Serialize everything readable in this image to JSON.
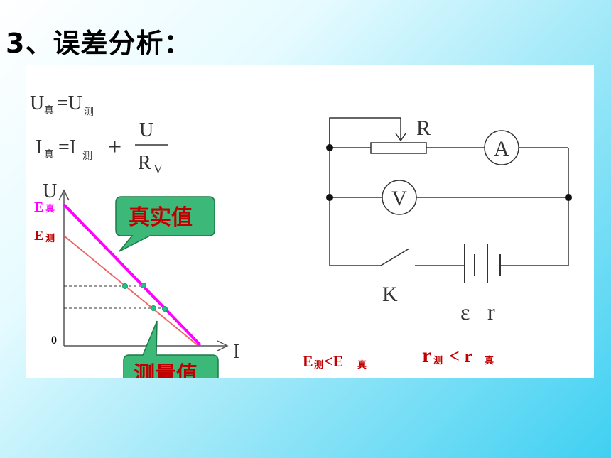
{
  "title": "3、误差分析：",
  "equations": {
    "eq1_lhs": "U",
    "eq1_lhs_sub": "真",
    "eq1_eq": "=U",
    "eq1_rhs_sub": "测",
    "eq2_lhs": "I",
    "eq2_lhs_sub": "真",
    "eq2_eq": "=I",
    "eq2_rhs_sub": "测",
    "eq2_plus": "+",
    "eq2_num": "U",
    "eq2_den": "R",
    "eq2_den_sub": "V"
  },
  "graph": {
    "y_axis": "U",
    "x_axis": "I",
    "origin": "0",
    "e_true": "E",
    "e_true_sub": "真",
    "e_meas": "E",
    "e_meas_sub": "测",
    "callout_true": "真实值",
    "callout_meas": "测量值",
    "colors": {
      "true_line": "#ff00ff",
      "meas_line": "#f06060",
      "callout_fill": "#3cb878",
      "point": "#22c08a"
    }
  },
  "circuit": {
    "resistor": "R",
    "ammeter": "A",
    "voltmeter": "V",
    "switch": "K",
    "emf": "ε",
    "internal_r": "r"
  },
  "conclusions": {
    "c1_a": "E",
    "c1_a_sub": "测",
    "c1_op": " <E",
    "c1_b_sub": "真",
    "c2_a": "r",
    "c2_a_sub": " 测",
    "c2_op": " < r",
    "c2_b_sub": "真"
  }
}
